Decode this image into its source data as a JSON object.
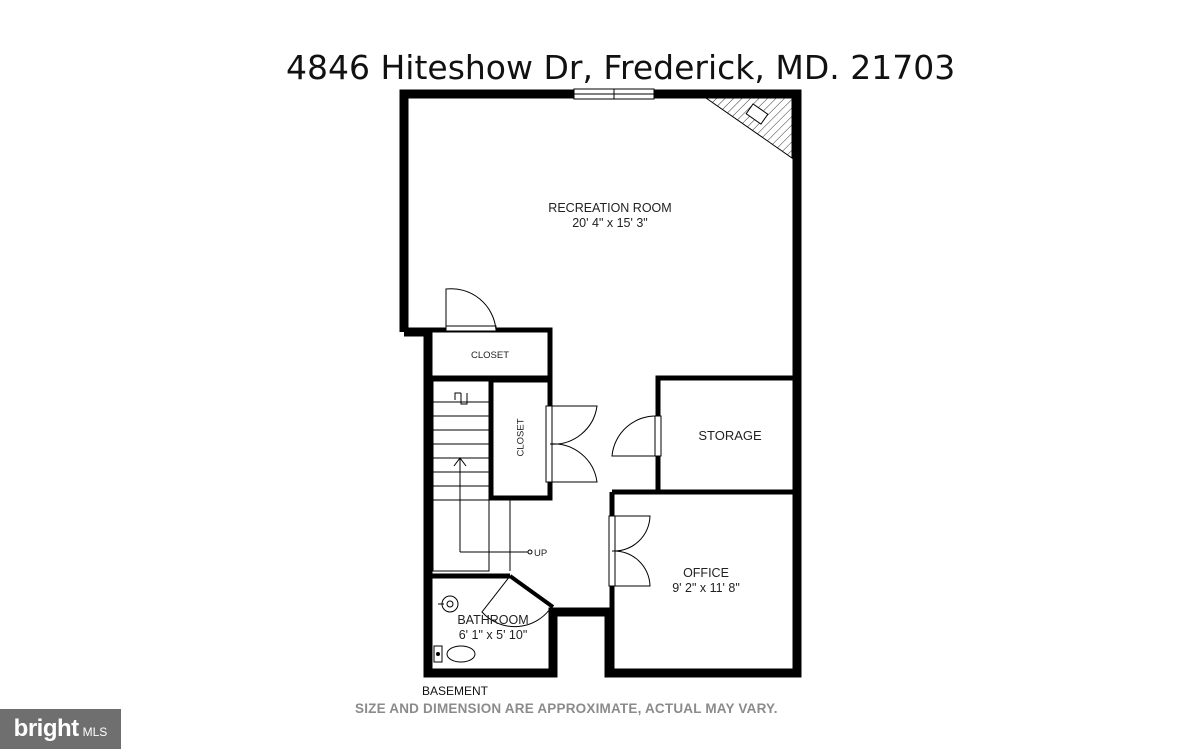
{
  "header": {
    "address": "4846 Hiteshow Dr, Frederick, MD. 21703"
  },
  "rooms": {
    "recreation": {
      "name": "RECREATION ROOM",
      "dims": "20' 4\" x 15' 3\""
    },
    "closet_top": {
      "name": "CLOSET"
    },
    "closet_side": {
      "name": "CLOSET"
    },
    "storage": {
      "name": "STORAGE"
    },
    "office": {
      "name": "OFFICE",
      "dims": "9' 2\" x 11' 8\""
    },
    "bathroom": {
      "name": "BATHROOM",
      "dims": "6' 1\" x 5' 10\""
    }
  },
  "stairs": {
    "direction_label": "UP"
  },
  "floor": {
    "label": "BASEMENT"
  },
  "footer": {
    "disclaimer": "SIZE AND DIMENSION ARE APPROXIMATE, ACTUAL MAY VARY."
  },
  "logo": {
    "brand": "bright",
    "suffix": "MLS"
  },
  "colors": {
    "wall": "#000000",
    "disclaimer": "#8b8b8b",
    "logo_bg": "#6f6f6f"
  }
}
